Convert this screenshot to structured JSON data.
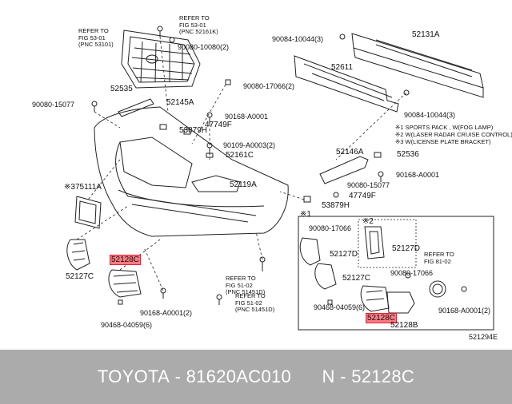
{
  "labels": {
    "p52131A": "52131A",
    "p52611": "52611",
    "p90084_a": "90084-10044(3)",
    "p90084_b": "90084-10044(3)",
    "p90080_10080": "90080-10080(2)",
    "p52535": "52535",
    "p90080_17066": "90080-17066(2)",
    "p90080_15077": "90080-15077",
    "p52145A": "52145A",
    "p90168_a1": "90168-A0001",
    "p47749F_a": "47749F",
    "p53879H_a": "53879H",
    "p90109": "90109-A0003(2)",
    "p52161C": "52161C",
    "p52146A": "52146A",
    "p52536": "52536",
    "p90168_a2": "90168-A0001",
    "p90080_15077b": "90080-15077",
    "p47749F_b": "47749F",
    "p53879H_b": "53879H",
    "p75111A": "75111A",
    "p52119A": "52119A",
    "p52128C_main": "52128C",
    "p52127C_main": "52127C",
    "p90168_2_main": "90168-A0001(2)",
    "p90468_main": "90468-04059(6)",
    "p90080_17066_inset": "90080-17066",
    "p52127D_a": "52127D",
    "p52127D_b": "52127D",
    "p52127C_inset": "52127C",
    "p90080_17066_inset2": "90080-17066",
    "p90468_inset": "90468-04059(6)",
    "p52128C_inset": "52128C",
    "p52128B": "52128B",
    "p90168_2_inset": "90168-A0001(2)",
    "mark_75111A": "※3",
    "mark_inset1": "※1",
    "mark_inset2": "※2"
  },
  "notes": {
    "n1": "※1 SPORTS PACK , W(FOG LAMP)",
    "n2": "※2 W(LASER RADAR CRUISE CONTROL)",
    "n3": "※3 W(LICENSE PLATE BRACKET)"
  },
  "refs": {
    "r1": [
      "REFER TO",
      "FIG 53-01",
      "(PNC 53101)"
    ],
    "r2": [
      "REFER TO",
      "FIG 53-01",
      "(PNC 52161K)"
    ],
    "r3": [
      "REFER TO",
      "FIG 51-02",
      "(PNC 51451D)"
    ],
    "r4": [
      "REFER TO",
      "FIG 51-02",
      "(PNC 51451D)"
    ],
    "r5": [
      "REFER TO",
      "FIG 81-02"
    ]
  },
  "diagram_code": "521294E",
  "footer": {
    "brand": "TOYOTA",
    "part_number": "81620AC010",
    "n_prefix": "N",
    "n_code": "52128C"
  }
}
